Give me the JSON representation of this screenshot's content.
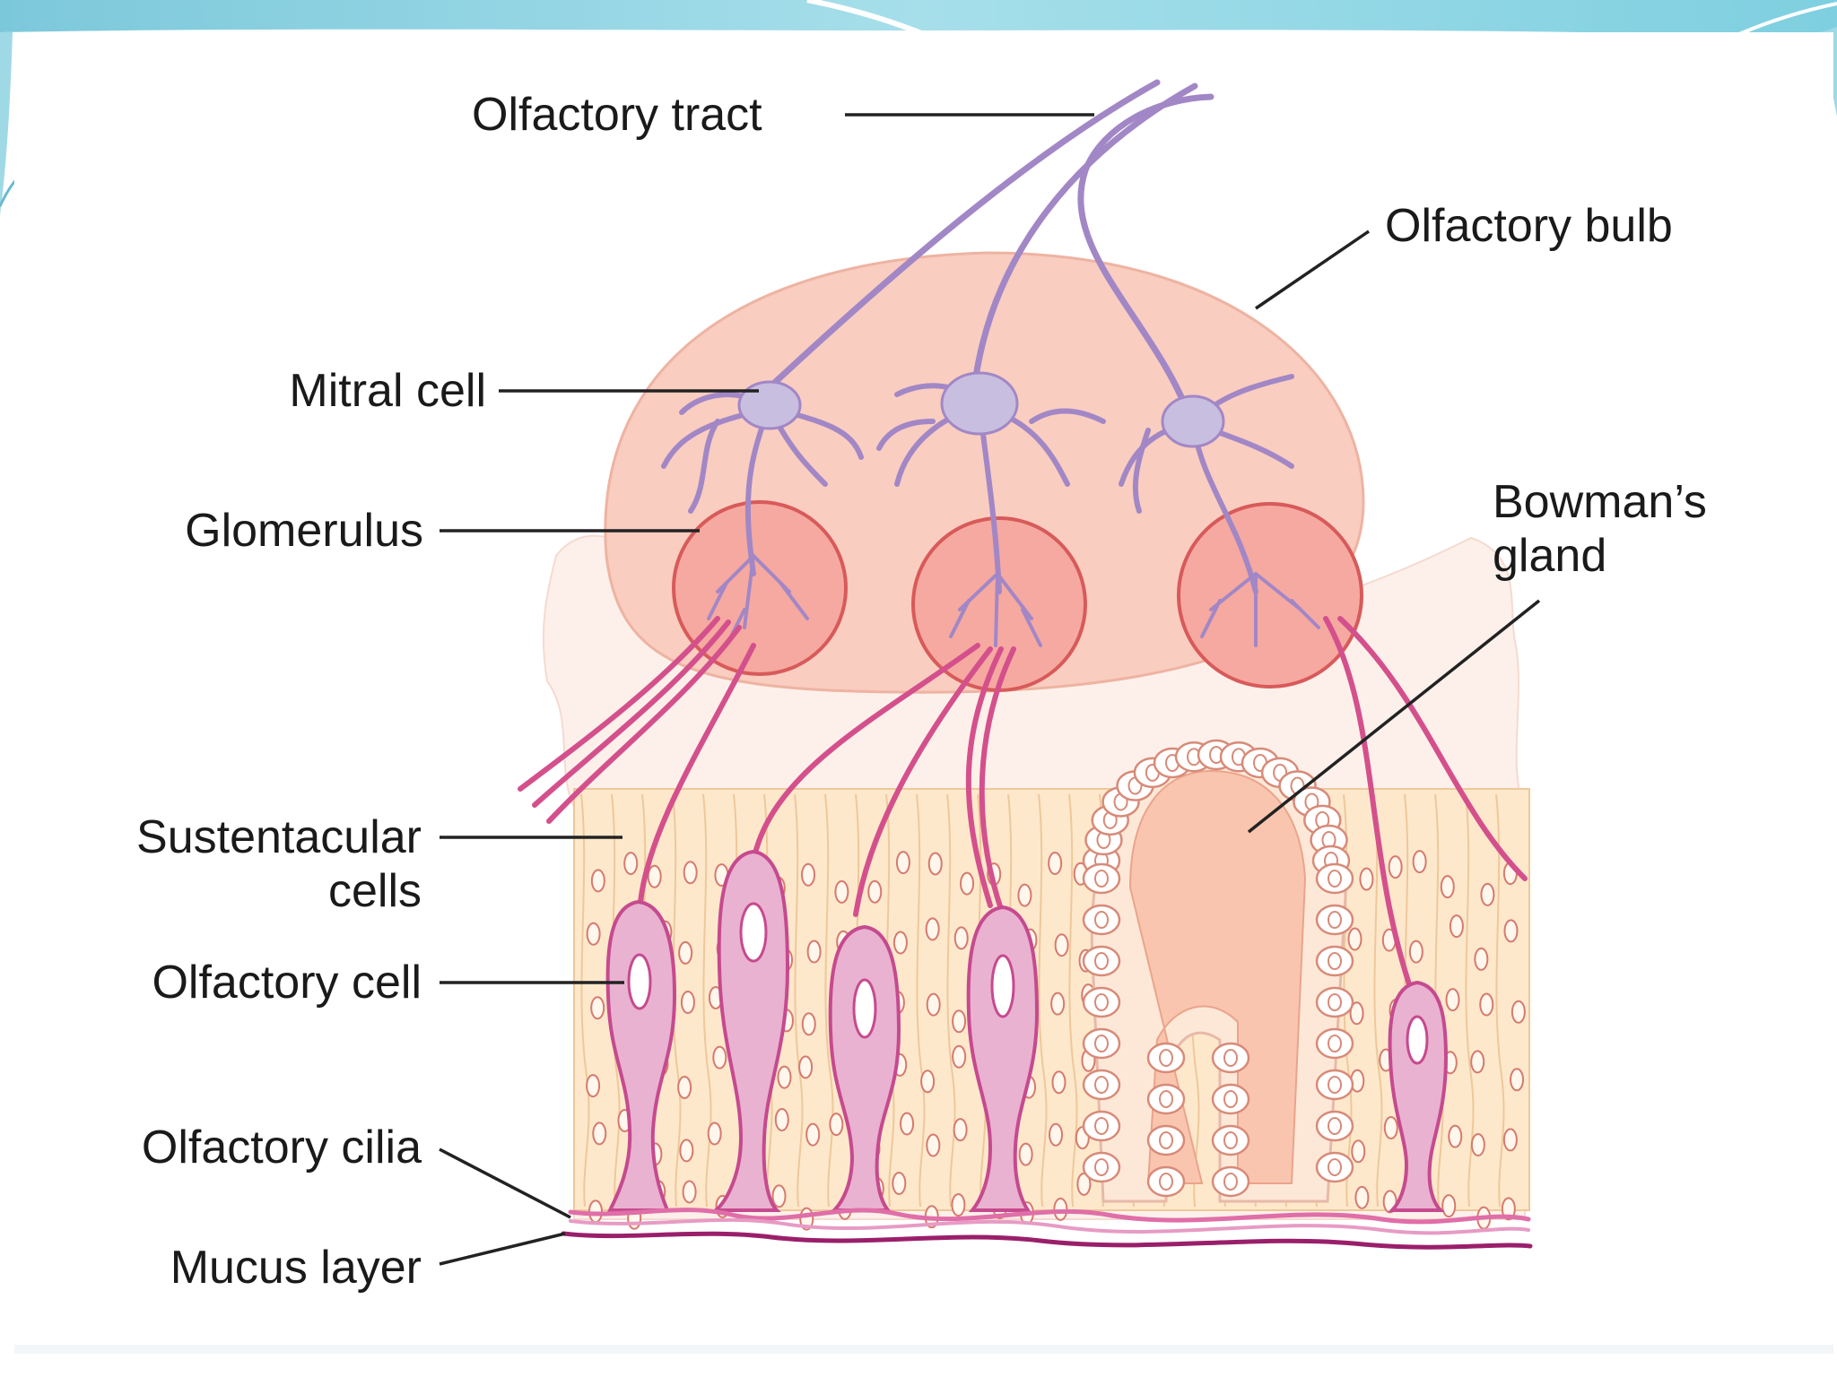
{
  "diagram": {
    "labels": {
      "olfactory_tract": "Olfactory tract",
      "olfactory_bulb": "Olfactory bulb",
      "mitral_cell": "Mitral cell",
      "glomerulus": "Glomerulus",
      "bowmans_gland_line1": "Bowman’s",
      "bowmans_gland_line2": "gland",
      "sustentacular_line1": "Sustentacular",
      "sustentacular_line2": "cells",
      "olfactory_cell": "Olfactory cell",
      "olfactory_cilia": "Olfactory cilia",
      "mucus_layer": "Mucus layer"
    },
    "colors": {
      "bulb_fill": "#f9cdc0",
      "glomerulus_fill": "#f6a9a0",
      "glomerulus_stroke": "#d85a5a",
      "dendrite": "#a287c6",
      "soma": "#c8bedf",
      "olfactory_cell_fill": "#e9b2d0",
      "olfactory_cell_stroke": "#c64a8f",
      "axon": "#d4508c",
      "epithelium_fill": "#fde8cc",
      "epithelium_stroke": "#eec89a",
      "nucleus_stroke": "#d67a6e",
      "gland_fill": "#f9c5ae",
      "mucus": "#9a1f6b",
      "slide_accent": "#8fd3e3",
      "leader_line": "#222222"
    }
  }
}
